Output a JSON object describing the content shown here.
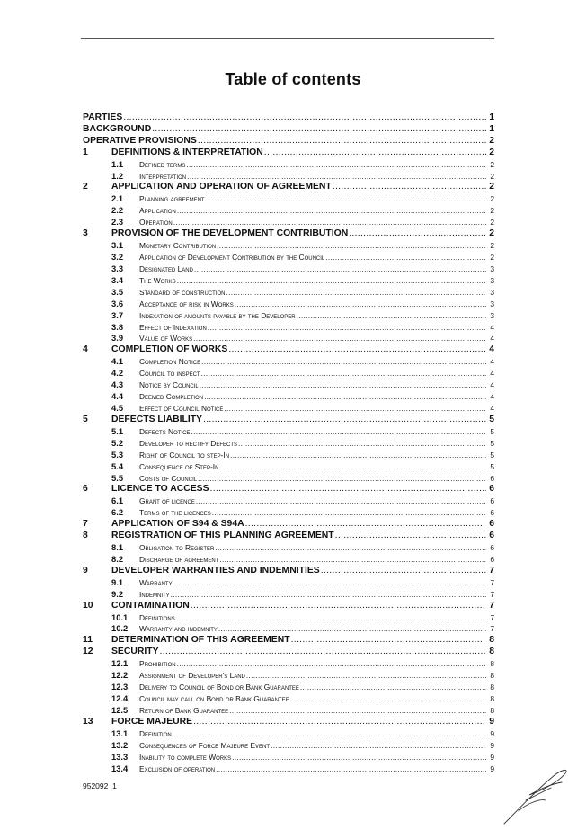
{
  "document": {
    "title": "Table of contents",
    "reference": "952092_1"
  },
  "toc": [
    {
      "level": 0,
      "number": "",
      "title": "PARTIES",
      "page": "1"
    },
    {
      "level": 0,
      "number": "",
      "title": "BACKGROUND",
      "page": "1"
    },
    {
      "level": 0,
      "number": "",
      "title": "OPERATIVE PROVISIONS",
      "page": "2"
    },
    {
      "level": 1,
      "number": "1",
      "title": "DEFINITIONS & INTERPRETATION",
      "page": "2"
    },
    {
      "level": 2,
      "number": "1.1",
      "title": "Defined terms",
      "page": "2"
    },
    {
      "level": 2,
      "number": "1.2",
      "title": "Interpretation",
      "page": "2"
    },
    {
      "level": 1,
      "number": "2",
      "title": "APPLICATION AND OPERATION OF AGREEMENT",
      "page": "2"
    },
    {
      "level": 2,
      "number": "2.1",
      "title": "Planning agreement",
      "page": "2"
    },
    {
      "level": 2,
      "number": "2.2",
      "title": "Application",
      "page": "2"
    },
    {
      "level": 2,
      "number": "2.3",
      "title": "Operation",
      "page": "2"
    },
    {
      "level": 1,
      "number": "3",
      "title": "PROVISION OF THE DEVELOPMENT CONTRIBUTION",
      "page": "2"
    },
    {
      "level": 2,
      "number": "3.1",
      "title": "Monetary Contribution",
      "page": "2"
    },
    {
      "level": 2,
      "number": "3.2",
      "title": "Application of Development Contribution by the Council",
      "page": "2"
    },
    {
      "level": 2,
      "number": "3.3",
      "title": "Designated Land",
      "page": "3"
    },
    {
      "level": 2,
      "number": "3.4",
      "title": "The Works",
      "page": "3"
    },
    {
      "level": 2,
      "number": "3.5",
      "title": "Standard of construction",
      "page": "3"
    },
    {
      "level": 2,
      "number": "3.6",
      "title": "Acceptance of risk in Works",
      "page": "3"
    },
    {
      "level": 2,
      "number": "3.7",
      "title": "Indexation of amounts payable by the Developer",
      "page": "3"
    },
    {
      "level": 2,
      "number": "3.8",
      "title": "Effect of Indexation",
      "page": "4"
    },
    {
      "level": 2,
      "number": "3.9",
      "title": "Value of Works",
      "page": "4"
    },
    {
      "level": 1,
      "number": "4",
      "title": "COMPLETION OF WORKS",
      "page": "4"
    },
    {
      "level": 2,
      "number": "4.1",
      "title": "Completion Notice",
      "page": "4"
    },
    {
      "level": 2,
      "number": "4.2",
      "title": "Council to inspect",
      "page": "4"
    },
    {
      "level": 2,
      "number": "4.3",
      "title": "Notice by Council",
      "page": "4"
    },
    {
      "level": 2,
      "number": "4.4",
      "title": "Deemed Completion",
      "page": "4"
    },
    {
      "level": 2,
      "number": "4.5",
      "title": "Effect of Council Notice",
      "page": "4"
    },
    {
      "level": 1,
      "number": "5",
      "title": "DEFECTS LIABILITY",
      "page": "5"
    },
    {
      "level": 2,
      "number": "5.1",
      "title": "Defects Notice",
      "page": "5"
    },
    {
      "level": 2,
      "number": "5.2",
      "title": "Developer to rectify Defects",
      "page": "5"
    },
    {
      "level": 2,
      "number": "5.3",
      "title": "Right of Council to step-In",
      "page": "5"
    },
    {
      "level": 2,
      "number": "5.4",
      "title": "Consequence of Step-In",
      "page": "5"
    },
    {
      "level": 2,
      "number": "5.5",
      "title": "Costs of Council",
      "page": "6"
    },
    {
      "level": 1,
      "number": "6",
      "title": "LICENCE TO ACCESS",
      "page": "6"
    },
    {
      "level": 2,
      "number": "6.1",
      "title": "Grant of licence",
      "page": "6"
    },
    {
      "level": 2,
      "number": "6.2",
      "title": "Terms of the licences",
      "page": "6"
    },
    {
      "level": 1,
      "number": "7",
      "title": "APPLICATION OF S94 & S94A",
      "page": "6"
    },
    {
      "level": 1,
      "number": "8",
      "title": "REGISTRATION OF THIS PLANNING AGREEMENT",
      "page": "6"
    },
    {
      "level": 2,
      "number": "8.1",
      "title": "Obligation to Register",
      "page": "6"
    },
    {
      "level": 2,
      "number": "8.2",
      "title": "Discharge of agreement",
      "page": "6"
    },
    {
      "level": 1,
      "number": "9",
      "title": "DEVELOPER WARRANTIES AND INDEMNITIES",
      "page": "7"
    },
    {
      "level": 2,
      "number": "9.1",
      "title": "Warranty",
      "page": "7"
    },
    {
      "level": 2,
      "number": "9.2",
      "title": "Indemnity",
      "page": "7"
    },
    {
      "level": 1,
      "number": "10",
      "title": "CONTAMINATION",
      "page": "7"
    },
    {
      "level": 2,
      "number": "10.1",
      "title": "Definitions",
      "page": "7"
    },
    {
      "level": 2,
      "number": "10.2",
      "title": "Warranty and indemnity",
      "page": "7"
    },
    {
      "level": 1,
      "number": "11",
      "title": "DETERMINATION OF THIS AGREEMENT",
      "page": "8"
    },
    {
      "level": 1,
      "number": "12",
      "title": "SECURITY",
      "page": "8"
    },
    {
      "level": 2,
      "number": "12.1",
      "title": "Prohibition",
      "page": "8"
    },
    {
      "level": 2,
      "number": "12.2",
      "title": "Assignment of Developer's Land",
      "page": "8"
    },
    {
      "level": 2,
      "number": "12.3",
      "title": "Delivery to Council of Bond or Bank Guarantee",
      "page": "8"
    },
    {
      "level": 2,
      "number": "12.4",
      "title": "Council may call on Bond or Bank Guarantee",
      "page": "8"
    },
    {
      "level": 2,
      "number": "12.5",
      "title": "Return of Bank Guarantee",
      "page": "8"
    },
    {
      "level": 1,
      "number": "13",
      "title": "FORCE MAJEURE",
      "page": "9"
    },
    {
      "level": 2,
      "number": "13.1",
      "title": "Definition",
      "page": "9"
    },
    {
      "level": 2,
      "number": "13.2",
      "title": "Consequences of Force Majeure Event",
      "page": "9"
    },
    {
      "level": 2,
      "number": "13.3",
      "title": "Inability to complete Works",
      "page": "9"
    },
    {
      "level": 2,
      "number": "13.4",
      "title": "Exclusion of operation",
      "page": "9"
    }
  ]
}
